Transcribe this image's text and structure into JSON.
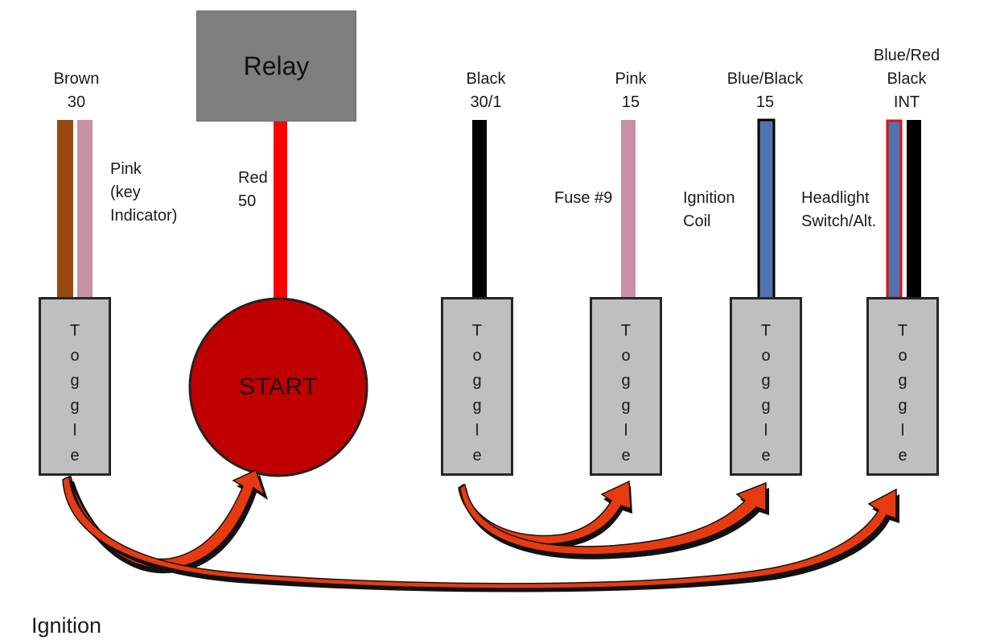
{
  "relay": {
    "label": "Relay"
  },
  "start": {
    "label": "START"
  },
  "toggle_text": [
    "T",
    "o",
    "g",
    "g",
    "l",
    "e"
  ],
  "wire_labels": {
    "brown": "Brown\n30",
    "pink_key": "Pink\n(key\nIndicator)",
    "red": "Red\n50",
    "black": "Black\n30/1",
    "pink15": "Pink\n15",
    "fuse": "Fuse #9",
    "blue_black": "Blue/Black\n15",
    "ign_coil": "Ignition\nCoil",
    "int": "Blue/Red\nBlack\nINT",
    "headlight": "Headlight\nSwitch/Alt."
  },
  "footer": {
    "label": "Ignition"
  },
  "colors": {
    "brown_wire": "#9a4a10",
    "pink_wire": "#c890a6",
    "red_wire": "#ff0000",
    "black_wire": "#000000",
    "blue_wire": "#4f74b0",
    "blue_wire_outline_int": "#e01010",
    "toggle_fill": "#bfbfbf",
    "relay_fill": "#7f7f7f",
    "start_fill": "#c00000",
    "arrow_fill": "#e83a10"
  }
}
